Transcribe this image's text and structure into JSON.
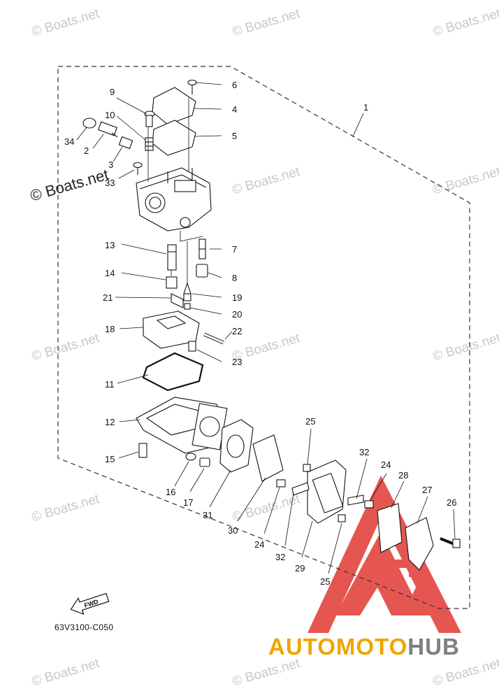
{
  "watermark": "© Boats.net",
  "drawing_code": "63V3100-C050",
  "fwd_label": "FWD",
  "brand": {
    "part1": "AUTOMOTO",
    "part2": "HUB",
    "color_primary": "#f0a500",
    "color_secondary": "#7f7f7f",
    "logo_color": "#e0322a"
  },
  "callouts": [
    "1",
    "2",
    "3",
    "4",
    "5",
    "6",
    "7",
    "8",
    "9",
    "10",
    "11",
    "12",
    "13",
    "14",
    "15",
    "16",
    "17",
    "19",
    "20",
    "21",
    "22",
    "23",
    "24",
    "24",
    "25",
    "25",
    "26",
    "27",
    "28",
    "29",
    "30",
    "31",
    "32",
    "32",
    "33",
    "34",
    "18"
  ]
}
